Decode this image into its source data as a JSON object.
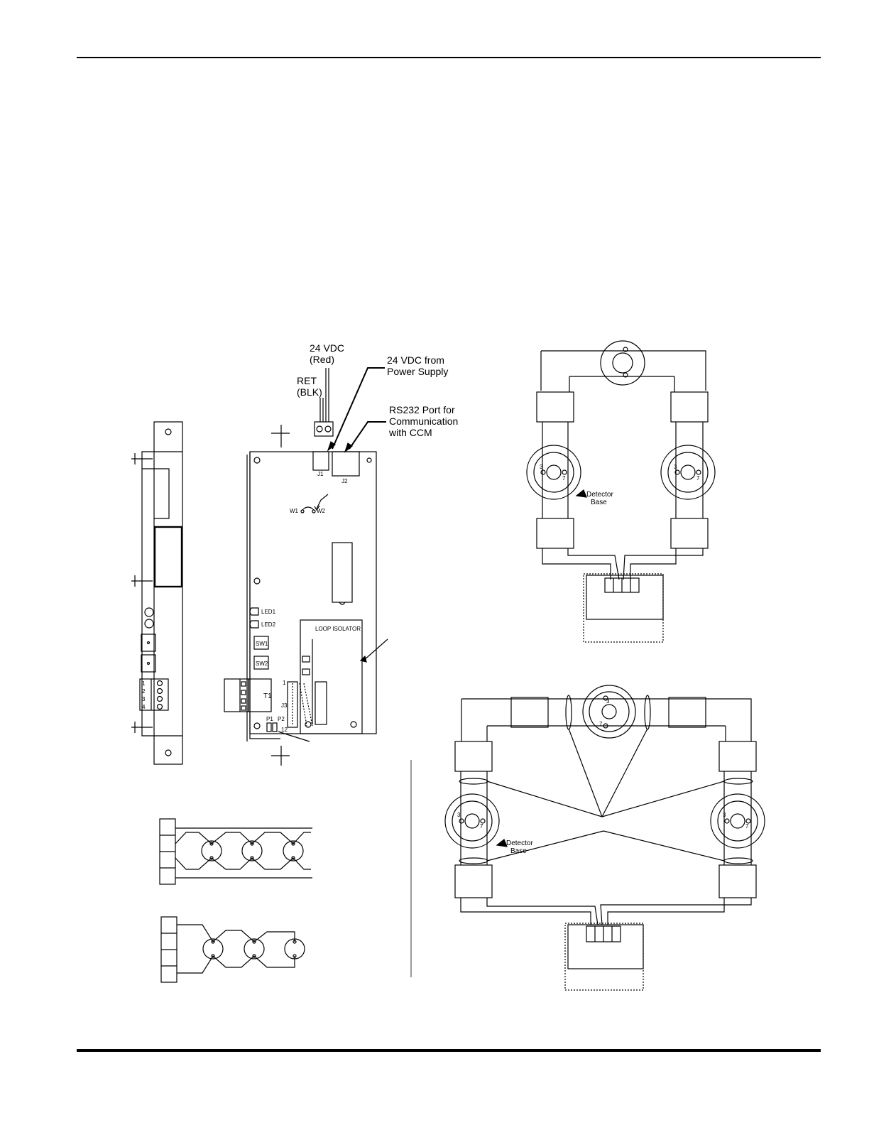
{
  "callouts": {
    "vdc_red_line1": "24 VDC",
    "vdc_red_line2": "(Red)",
    "ret_line1": "RET",
    "ret_line2": "(BLK)",
    "power_line1": "24 VDC from",
    "power_line2": "Power Supply",
    "rs232_line1": "RS232 Port for",
    "rs232_line2": "Communication",
    "rs232_line3": "with CCM"
  },
  "board": {
    "j1": "J1",
    "j2": "J2",
    "j3": "J3",
    "w1": "W1",
    "w2": "W2",
    "led1": "LED1",
    "led2": "LED2",
    "sw1": "SW1",
    "sw2": "SW2",
    "t1": "T1",
    "p1": "P1",
    "p2": "P2",
    "pin1": "1",
    "pin12": "12",
    "module_title": "LOOP ISOLATOR",
    "terminal_nums": [
      "1",
      "2",
      "3",
      "4"
    ]
  },
  "detector": {
    "base_line1": "Detector",
    "base_line2": "Base",
    "term_a": "3",
    "term_b": "7"
  }
}
